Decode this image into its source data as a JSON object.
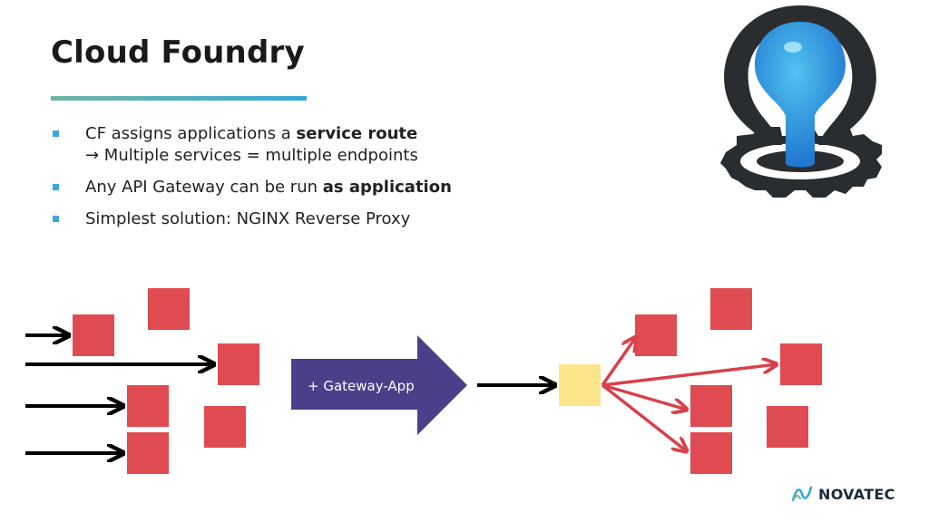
{
  "slide": {
    "title": "Cloud Foundry",
    "bullets": [
      {
        "pre": "CF assigns applications a ",
        "bold": "service route",
        "line2": "→ Multiple services = multiple endpoints"
      },
      {
        "pre": "Any API Gateway can be run ",
        "bold": "as application",
        "line2": ""
      },
      {
        "pre": "Simplest solution: NGINX Reverse Proxy",
        "bold": "",
        "line2": ""
      }
    ],
    "gateway_label": "+ Gateway-App",
    "brand": "NOVATEC"
  },
  "colors": {
    "service": "#e04b52",
    "gateway_box": "#fde68a",
    "gateway_arrow": "#4b3f8a",
    "arrow_line": "#d8404a",
    "accent": "#3aa8d8",
    "logo_gear": "#2a2d30",
    "logo_drop": "#1e7fd6"
  }
}
